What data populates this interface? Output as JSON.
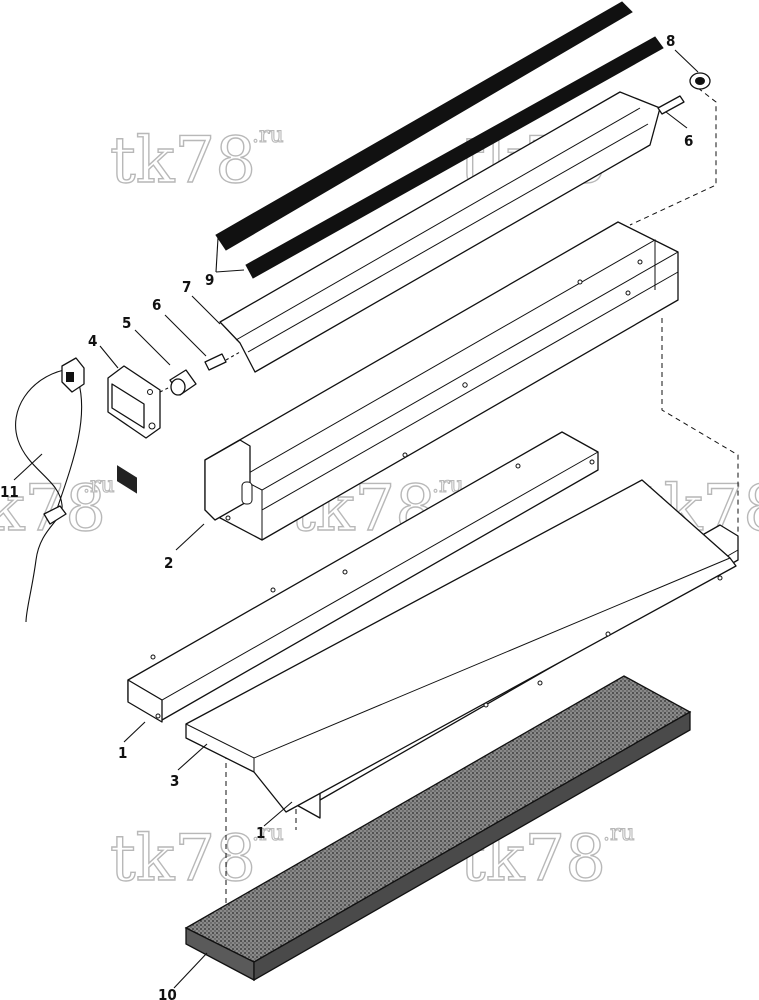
{
  "callouts": {
    "c1": "1",
    "c2": "2",
    "c3": "3",
    "c4": "4",
    "c5": "5",
    "c6a": "6",
    "c6b": "6",
    "c7": "7",
    "c8": "8",
    "c9": "9",
    "c10": "10",
    "c11": "11"
  },
  "watermark": {
    "main": "tk78",
    "suffix": ".ru"
  },
  "colors": {
    "line": "#111111",
    "watermark_outline": "#b8b8b8",
    "seal_strip": "#111111",
    "filter_pad": "#6e6e6e"
  },
  "icons": {
    "filter_texture": "dot-pattern"
  }
}
